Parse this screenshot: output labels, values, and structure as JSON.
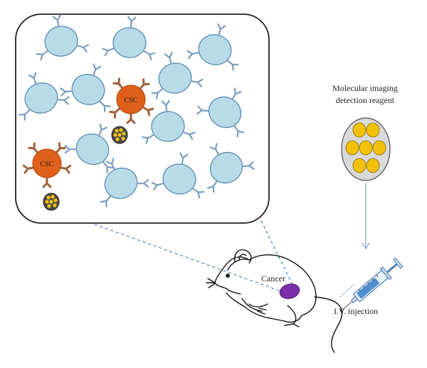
{
  "labels": {
    "csc": "CSC",
    "reagent_line1": "Molecular imaging",
    "reagent_line2": "detection reagent",
    "cancer": "Cancer",
    "injection": "I.V. injection"
  },
  "colors": {
    "normal_cell_fill": "#b8dbe8",
    "normal_cell_stroke": "#5b8db0",
    "antibody": "#7a9cc0",
    "csc_fill": "#e0601a",
    "csc_stroke": "#b44a10",
    "csc_antibody": "#a0603a",
    "nanoparticle": "#f2c20a",
    "reagent_capsule": "#d9d9d9",
    "tumor": "#7b2fa8",
    "dashed_line": "#4f7fb8",
    "arrow": "#8fa8c8"
  },
  "icons": [
    "normal-cell-icon",
    "csc-icon",
    "antibody-icon",
    "nanoparticle-cluster-icon",
    "mouse-icon",
    "syringe-icon",
    "tumor-icon",
    "reagent-capsule-icon"
  ]
}
